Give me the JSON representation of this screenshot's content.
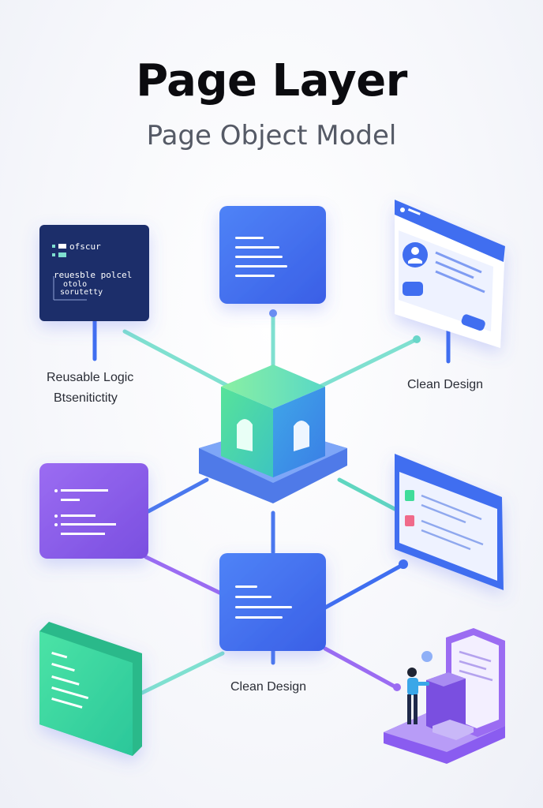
{
  "title": "Page Layer",
  "subtitle": "Page Object Model",
  "code_panel": {
    "line1": "ofscur",
    "line2": "reuesble polcel",
    "line3": "otolo",
    "line4": "sorutetty"
  },
  "labels": {
    "reusable_logic": "Reusable Logic",
    "btsenitictity": "Btsenitictity",
    "clean_design_right": "Clean Design",
    "clean_design_bottom": "Clean Design"
  },
  "colors": {
    "navy": "#1b2e6b",
    "blue": "#3f6ef0",
    "purple": "#8a5cf0",
    "green": "#3fdc9a",
    "teal_line": "#7fe0d0"
  }
}
